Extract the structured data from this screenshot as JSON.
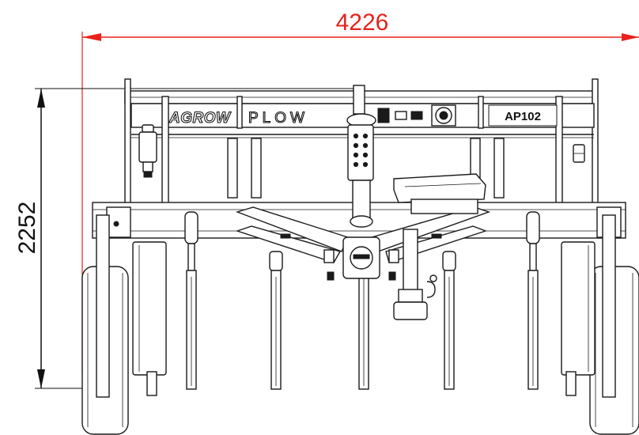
{
  "dimensions": {
    "width_label": "4226",
    "height_label": "2252",
    "width_color": "#e8211c",
    "height_color": "#111111"
  },
  "machine": {
    "brand_part1": "AGROW",
    "brand_part2": "PLOW",
    "model": "AP102"
  }
}
